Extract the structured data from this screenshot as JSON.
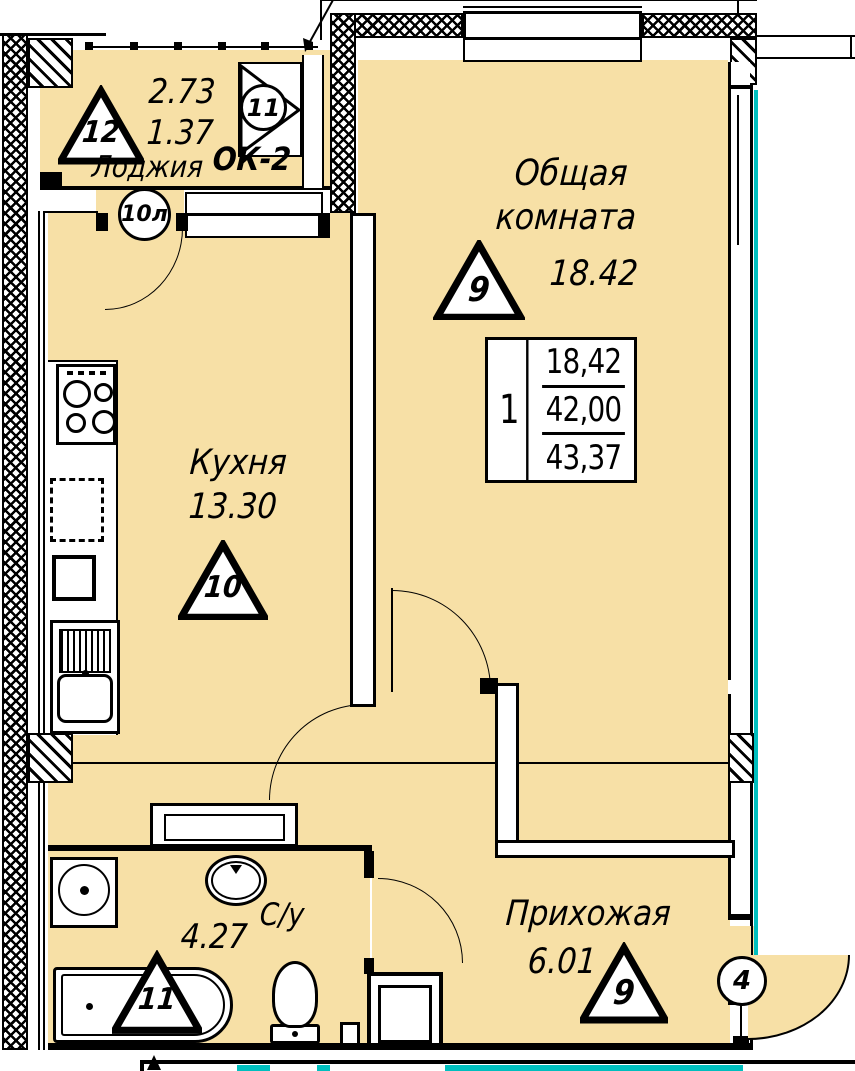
{
  "drawing": {
    "type": "apartment floor plan",
    "room_fill": "#F7E0A6",
    "line_color": "#000000",
    "glazing_color": "#00BEBE"
  },
  "rooms": {
    "loggia": {
      "name": "Лоджия",
      "dim_length": "2.73",
      "dim_width": "1.37",
      "triangle_mark": "12",
      "window_mark": "11",
      "window_label": "ОК-2",
      "door_mark": "10л"
    },
    "living": {
      "name_line1": "Общая",
      "name_line2": "комната",
      "area": "18.42",
      "triangle_mark": "9"
    },
    "kitchen": {
      "name": "Кухня",
      "area": "13.30",
      "triangle_mark": "10"
    },
    "bathroom": {
      "name": "С/у",
      "area": "4.27",
      "triangle_mark": "11"
    },
    "hallway": {
      "name": "Прихожая",
      "area": "6.01",
      "triangle_mark": "9",
      "entry_mark": "4"
    }
  },
  "area_table": {
    "unit": "1",
    "living_area": "18,42",
    "total_area": "42,00",
    "total_with_loggia": "43,37"
  }
}
